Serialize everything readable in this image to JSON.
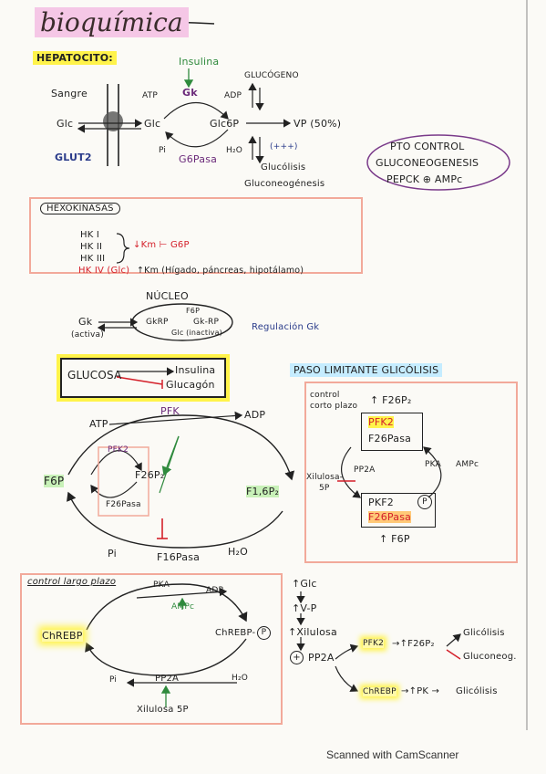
{
  "title": "bioquímica",
  "hepatocito": {
    "label": "HEPATOCITO:",
    "insulina": "Insulina",
    "glucogeno": "GLUCÓGENO",
    "sangre": "Sangre",
    "atp": "ATP",
    "gk": "Gk",
    "adp": "ADP",
    "glc_out": "Glc",
    "glc_in": "Glc",
    "glc6p": "Glc6P",
    "vp": "VP (50%)",
    "glut2": "GLUT2",
    "pi": "Pi",
    "g6pasa": "G6Pasa",
    "h2o": "H₂O",
    "plus": "(+++)",
    "glucolisis": "Glucólisis",
    "gluconeogenesis": "Gluconeogénesis"
  },
  "pto_control": {
    "line1": "PTO CONTROL",
    "line2": "GLUCONEOGENESIS",
    "line3": "PEPCK ⊕ AMPc"
  },
  "hexokinasas": {
    "label": "HEXOKINASAS",
    "hk1": "HK I",
    "hk2": "HK II",
    "hk3": "HK III",
    "hk123": "↓Km ⊢ G6P",
    "hk4_label": "HK IV (Glc)",
    "hk4_desc": "↑Km (Hígado, páncreas, hipotálamo)"
  },
  "nucleo": {
    "label": "NÚCLEO",
    "gk": "Gk",
    "activa": "(activa)",
    "gkrp": "GkRP",
    "f6p": "F6P",
    "gkrp2": "Gk-RP",
    "glc_inact": "Glc (inactiva)",
    "regulacion": "Regulación Gk"
  },
  "glucosa_box": {
    "glucosa": "GLUCOSA",
    "insulina": "Insulina",
    "glucagon": "Glucagón"
  },
  "paso_limitante": {
    "title": "PASO LIMITANTE GLICÓLISIS",
    "control": "control",
    "control2": "corto plazo",
    "f26p2": "↑ F26P₂",
    "pfk2": "PFK2",
    "f26pasa": "F26Pasa",
    "pp2a": "PP2A",
    "pka": "PKA",
    "ampc": "AMPc",
    "xilulosa": "Xilulosa-",
    "xilulosa2": "5P",
    "pkf2": "PKF2",
    "p": "P",
    "f26pasa2": "F26Pasa",
    "f6p": "↑ F6P"
  },
  "glycolysis_cycle": {
    "atp": "ATP",
    "pfk": "PFK",
    "adp": "ADP",
    "pfk2": "PFK2",
    "f6p": "F6P",
    "f26p2": "F26P₂",
    "f16p2": "F1,6P₂",
    "f26pasa": "F26Pasa",
    "pi": "Pi",
    "f16pasa": "F16Pasa",
    "h2o": "H₂O"
  },
  "control_largo": {
    "title": "control largo plazo",
    "pka": "PKA",
    "adp": "ADP",
    "ampc": "AMPc",
    "chrebp": "ChREBP",
    "chrebp_p": "ChREBP-",
    "p": "P",
    "pi": "Pi",
    "pp2a": "PP2A",
    "h2o": "H₂O",
    "xilulosa": "Xilulosa 5P"
  },
  "right_flow": {
    "glc": "↑Glc",
    "vp": "↑V-P",
    "xilulosa": "↑Xilulosa",
    "plus": "+",
    "pp2a": "PP2A",
    "pfk2": "PFK2",
    "f26p2": "→↑F26P₂",
    "glicolisis1": "Glicólisis",
    "gluconeog": "Gluconeog.",
    "chrebp": "ChREBP",
    "pk": "→↑PK →",
    "glicolisis2": "Glicólisis"
  },
  "footer": "Scanned with CamScanner",
  "colors": {
    "pink": "#f2a99a",
    "yellow": "#fff34a",
    "red": "#d4202a",
    "green": "#2f8a3d",
    "purple": "#6b2a7a",
    "dark": "#222222"
  }
}
